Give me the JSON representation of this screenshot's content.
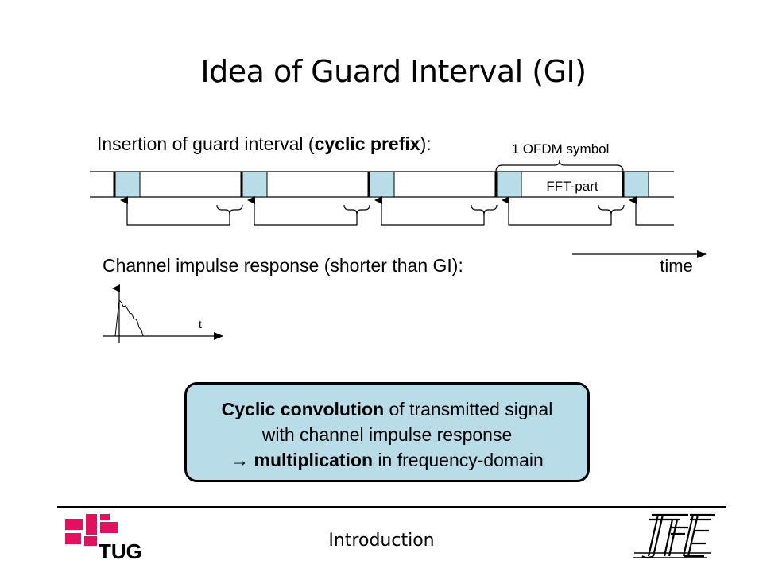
{
  "slide": {
    "title": "Idea of Guard Interval (GI)",
    "insertion_prefix": "Insertion of guard interval (",
    "insertion_bold": "cyclic prefix",
    "insertion_suffix": "):",
    "ofdm_symbol_label": "1 OFDM symbol",
    "fft_part_label": "FFT-part",
    "channel_heading": "Channel impulse response (shorter than GI):",
    "time_label": "time",
    "t_label": "t",
    "box": {
      "line1_bold": "Cyclic convolution",
      "line1_rest": " of transmitted signal",
      "line2": "with channel impulse response",
      "line3_arrow": "→ ",
      "line3_bold": "multiplication",
      "line3_rest": " in frequency-domain"
    }
  },
  "footer": {
    "text": "Introduction",
    "logo_left_text": "TUG"
  },
  "colors": {
    "guard_fill": "#b8dce8",
    "logo_magenta": "#e0115f",
    "box_fill": "#b8dce8"
  }
}
